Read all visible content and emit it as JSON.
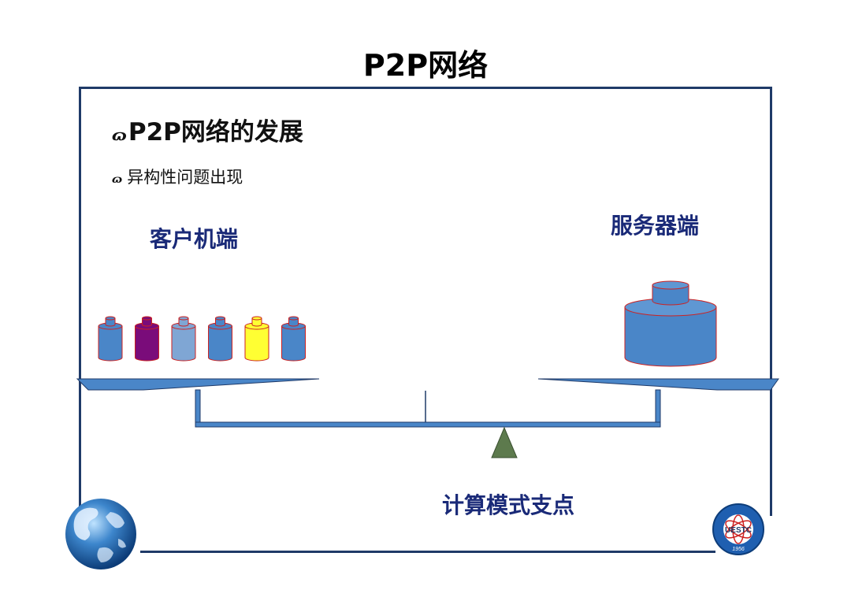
{
  "slide": {
    "title": "P2P网络",
    "bullet_main": "P2P网络的发展",
    "bullet_sub": "异构性问题出现",
    "bullet_glyph": "ɷ"
  },
  "scale": {
    "left_label": "客户机端",
    "right_label": "服务器端",
    "pivot_label": "计算模式支点"
  },
  "client_cylinder_colors": [
    "#4a86c8",
    "#7a0c7a",
    "#7fa6d4",
    "#4a86c8",
    "#ffff33",
    "#4a86c8"
  ],
  "colors": {
    "frame": "#1f3a68",
    "label": "#1a2a78",
    "beam": "#4a86c8",
    "fulcrum": "#5d7a4d",
    "cylinder_outline": "#cc2222"
  },
  "logos": {
    "right_logo_text": "UESTC",
    "right_logo_year": "1956"
  }
}
